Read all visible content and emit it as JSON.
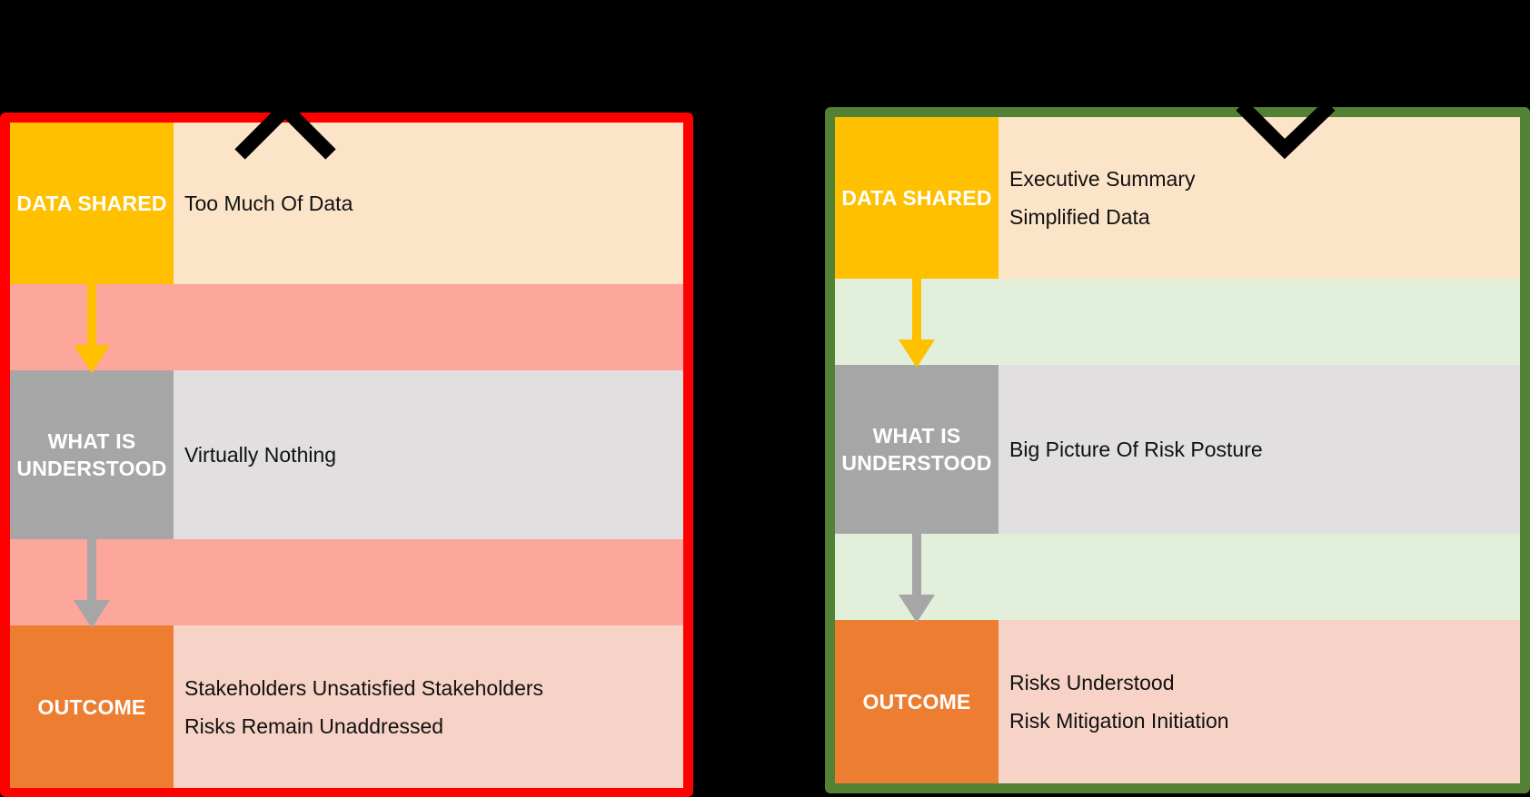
{
  "panels": [
    {
      "id": "left",
      "colors": {
        "border": "#ff0000",
        "gap": "#fca69c"
      },
      "rows": [
        {
          "label": "DATA SHARED",
          "items": [
            "Too Much Of Data"
          ]
        },
        {
          "label_line1": "WHAT IS",
          "label_line2": "UNDERSTOOD",
          "items": [
            "Virtually Nothing"
          ]
        },
        {
          "label": "OUTCOME",
          "items": [
            "Stakeholders Unsatisfied Stakeholders",
            "Risks Remain Unaddressed"
          ]
        }
      ],
      "mark": "caret-up-icon"
    },
    {
      "id": "right",
      "colors": {
        "border": "#548235",
        "gap": "#e2efda"
      },
      "rows": [
        {
          "label": "DATA SHARED",
          "items": [
            "Executive Summary",
            "Simplified Data"
          ]
        },
        {
          "label_line1": "WHAT IS",
          "label_line2": "UNDERSTOOD",
          "items": [
            "Big Picture Of Risk Posture"
          ]
        },
        {
          "label": "OUTCOME",
          "items": [
            "Risks Understood",
            "Risk Mitigation Initiation"
          ]
        }
      ],
      "mark": "check-icon"
    }
  ],
  "row_colors": {
    "data_label": "#ffc000",
    "data_content": "#fce4c9",
    "understood_label": "#a6a6a6",
    "understood_content": "#e1dfdf",
    "outcome_label": "#ed7d31",
    "outcome_content": "#f7d3c7"
  }
}
